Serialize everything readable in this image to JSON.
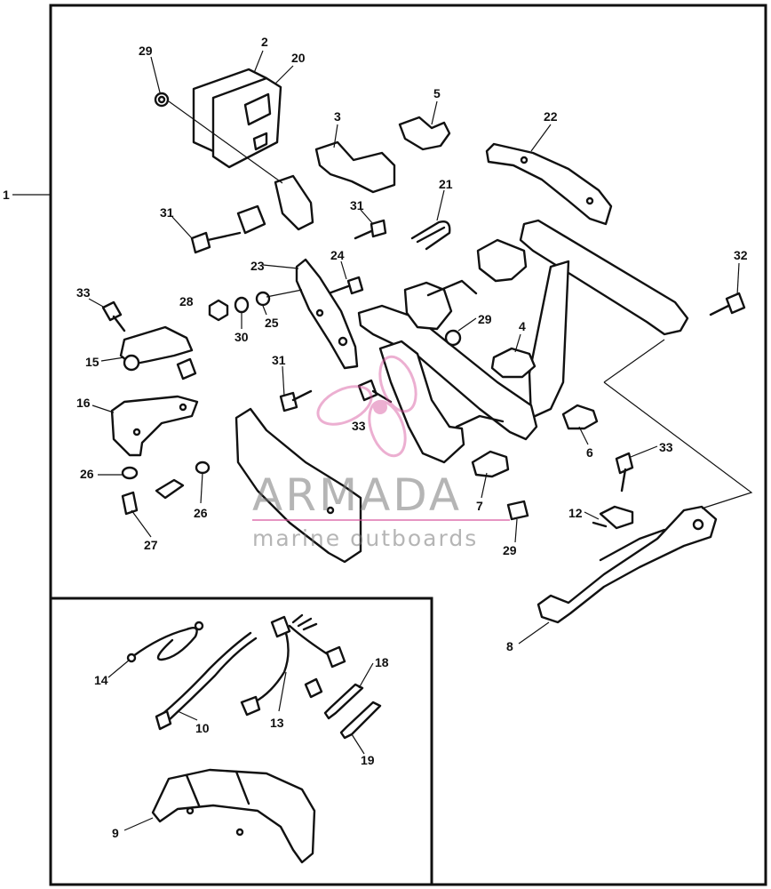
{
  "diagram": {
    "assembly_label": "1",
    "callouts": {
      "p2": "2",
      "p20": "20",
      "p29a": "29",
      "p3": "3",
      "p5": "5",
      "p22": "22",
      "p21": "21",
      "p31a": "31",
      "p31b": "31",
      "p24": "24",
      "p23": "23",
      "p32": "32",
      "p33a": "33",
      "p28": "28",
      "p30": "30",
      "p25": "25",
      "p29b": "29",
      "p4": "4",
      "p15": "15",
      "p31c": "31",
      "p16": "16",
      "p33b": "33",
      "p6": "6",
      "p33c": "33",
      "p26a": "26",
      "p26b": "26",
      "p27": "27",
      "p7": "7",
      "p12": "12",
      "p29c": "29",
      "p8": "8",
      "p14": "14",
      "p18": "18",
      "p10": "10",
      "p13": "13",
      "p19": "19",
      "p9": "9"
    }
  },
  "watermark": {
    "brand": "ARMADA",
    "tagline": "marine outboards",
    "accent_color": "#d64f9a"
  }
}
